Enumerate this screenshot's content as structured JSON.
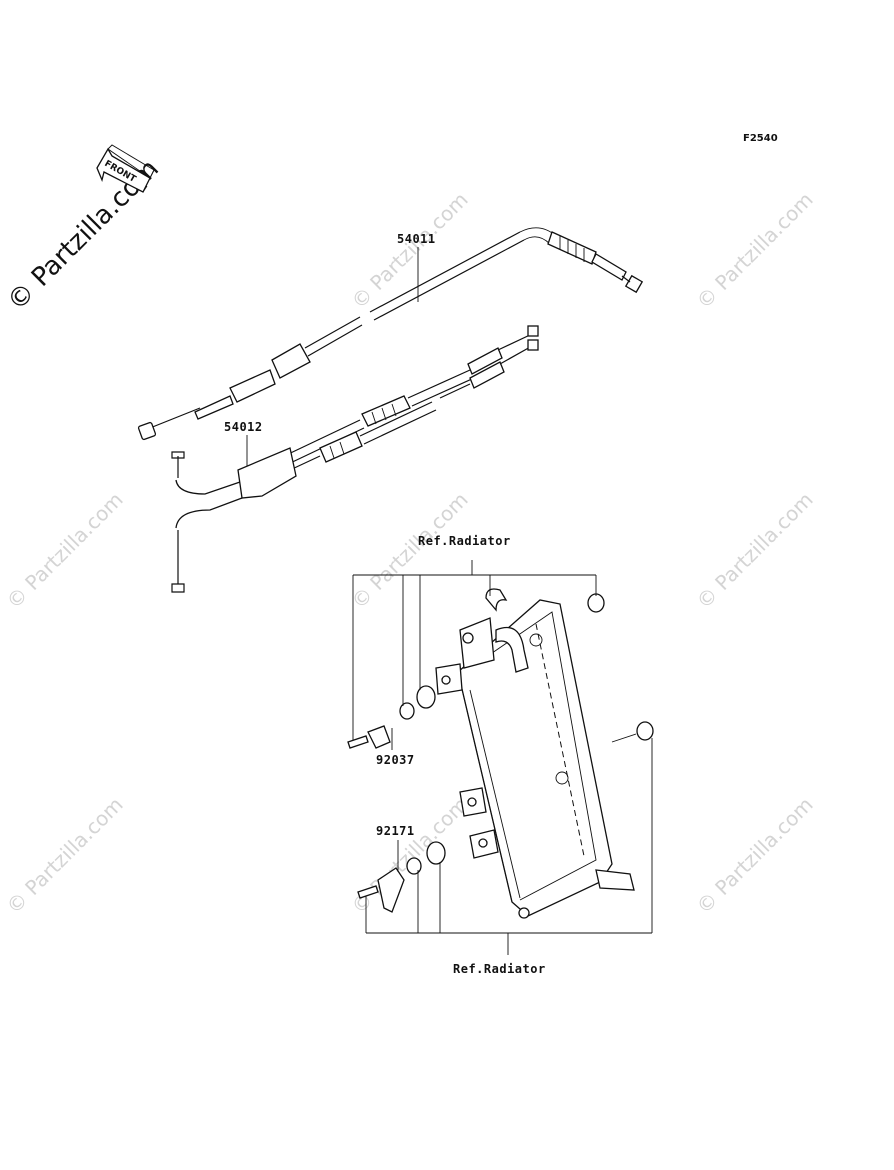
{
  "figure_code": "F2540",
  "front_indicator": "FRONT",
  "watermark_main": "© Partzilla.com",
  "watermark_repeat": "© Partzilla.com",
  "parts": {
    "cable_choke": "54011",
    "cable_throttle": "54012",
    "clamp": "92037",
    "bracket": "92171"
  },
  "references": {
    "top": "Ref.Radiator",
    "bottom": "Ref.Radiator"
  }
}
